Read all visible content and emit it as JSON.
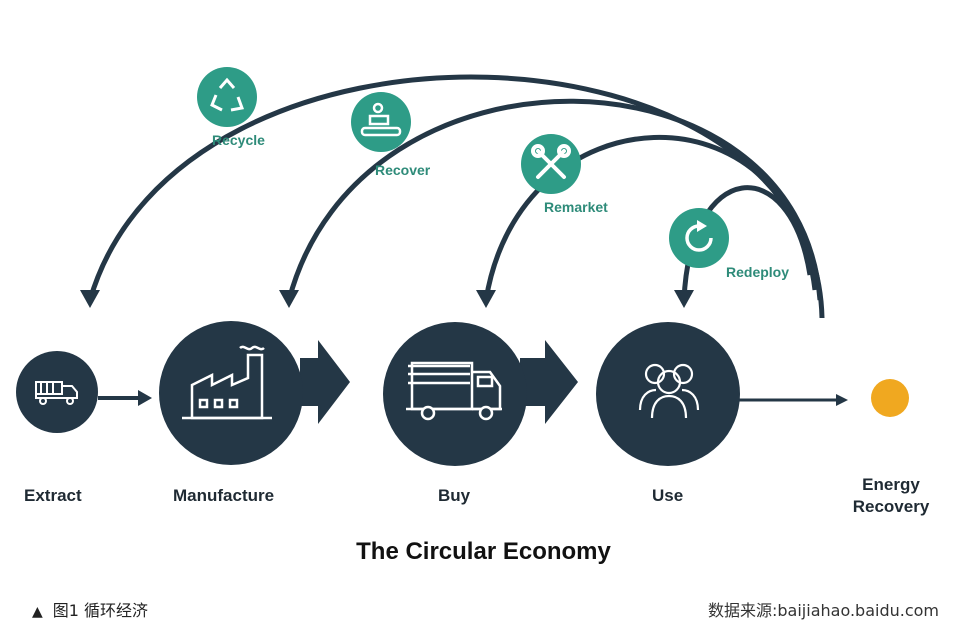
{
  "title": "The Circular Economy",
  "stages": {
    "extract": "Extract",
    "manufacture": "Manufacture",
    "buy": "Buy",
    "use": "Use",
    "energy_recovery_line1": "Energy",
    "energy_recovery_line2": "Recovery"
  },
  "loops": {
    "recycle": "Recycle",
    "recover": "Recover",
    "remarket": "Remarket",
    "redeploy": "Redeploy"
  },
  "icons": {
    "extract": "dump-truck-icon",
    "manufacture": "factory-icon",
    "buy": "delivery-truck-icon",
    "use": "people-icon",
    "recycle": "recycle-icon",
    "recover": "conveyor-icon",
    "remarket": "wrench-screwdriver-icon",
    "redeploy": "refresh-icon",
    "energy": "energy-dot-icon"
  },
  "colors": {
    "stage_dark": "#243746",
    "loop_teal": "#2e9c87",
    "energy_dot": "#f0a820"
  },
  "caption": {
    "marker": "▲",
    "text": "图1  循环经济"
  },
  "source": "数据来源:baijiahao.baidu.com"
}
